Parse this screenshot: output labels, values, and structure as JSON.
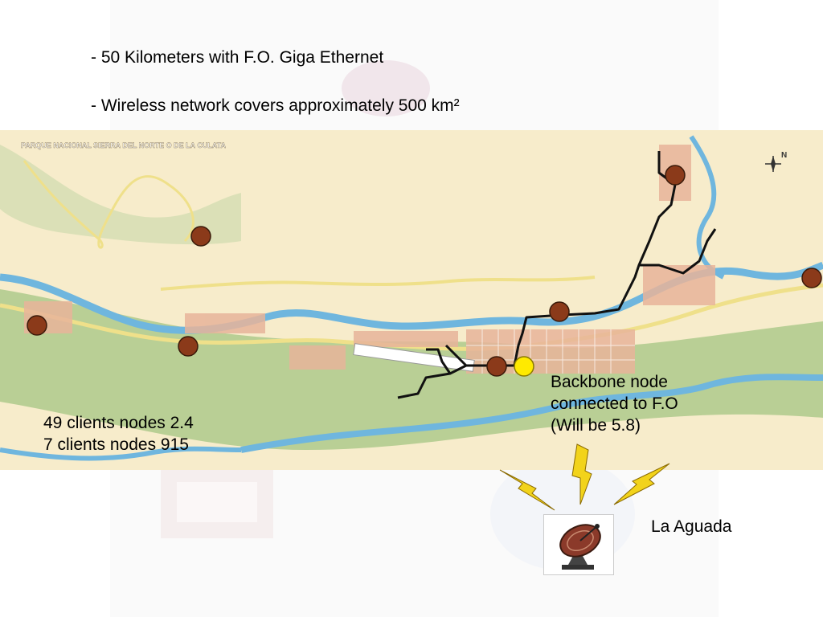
{
  "slide": {
    "bullets": [
      "- 50 Kilometers with F.O. Giga Ethernet",
      "- Wireless network covers approximately 500 km²"
    ],
    "clients_lines": [
      "49 clients nodes 2.4",
      "7 clients nodes 915"
    ],
    "backbone_lines": [
      "Backbone node",
      "connected to F.O",
      "(Will be 5.8)"
    ],
    "station_label": "La Aguada",
    "map_title": "PARQUE NACIONAL SIERRA DEL NORTE O DE LA CULATA",
    "colors": {
      "map_background": "#f7eccb",
      "river": "#6fb6de",
      "valley": "#b9cf95",
      "road": "#efe08a",
      "backbone_line": "#111111",
      "client_node": "#8b3a1a",
      "backbone_node": "#ffea00",
      "lightning": "#f2d31b",
      "dish": "#8b3a2a"
    },
    "icons": [
      "satellite-dish-icon",
      "lightning-bolt-icon",
      "compass-north-icon"
    ]
  }
}
